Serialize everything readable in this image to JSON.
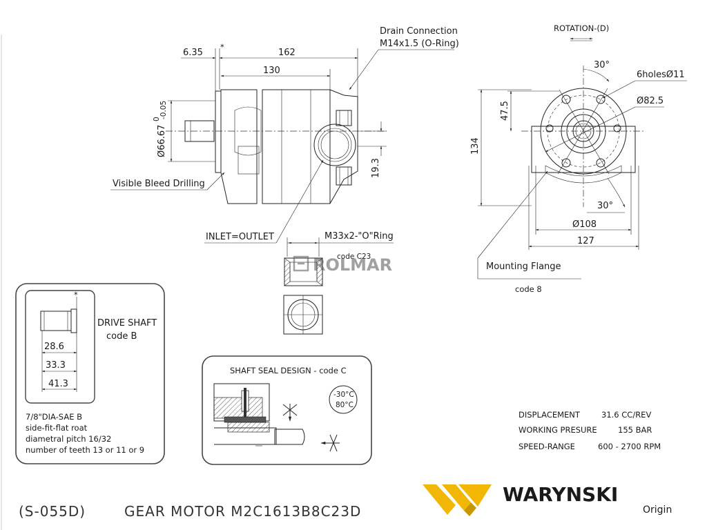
{
  "side_view": {
    "dim_6_35": "6.35",
    "dim_162": "162",
    "dim_130": "130",
    "dim_shaft_dia": "Ø66.67",
    "dim_shaft_tol": "-0.05",
    "dim_shaft_tol_top": "0",
    "dim_19_3": "19.3",
    "drain_line1": "Drain Connection",
    "drain_line2": "M14x1.5 (O-Ring)",
    "bleed_label": "Visible Bleed Drilling",
    "inlet_label": "INLET=OUTLET",
    "port_label": "M33x2-\"O\"Ring",
    "port_code": "code C23"
  },
  "watermark": "ROLMAR",
  "front_view": {
    "rotation_label": "ROTATION-(D)",
    "angle_top": "30°",
    "angle_bottom": "30°",
    "holes_label": "6holesØ11",
    "dia_82_5": "Ø82.5",
    "dim_47_5": "47.5",
    "dim_134": "134",
    "dia_108": "Ø108",
    "dim_127": "127",
    "flange_label": "Mounting Flange",
    "flange_code": "code 8"
  },
  "drive_shaft": {
    "title": "DRIVE SHAFT",
    "code": "code B",
    "dim_28_6": "28.6",
    "dim_33_3": "33.3",
    "dim_41_3": "41.3",
    "spec_1": "7/8\"DIA-SAE B",
    "spec_2": "side-fit-flat roat",
    "spec_3": "diametral pitch  16/32",
    "spec_4": "number of teeth  13  or 11  or 9"
  },
  "shaft_seal": {
    "title": "SHAFT SEAL DESIGN - code C",
    "temp_low": "-30°C",
    "temp_high": "80°C"
  },
  "specs": [
    {
      "label": "DISPLACEMENT",
      "value": "31.6  CC/REV"
    },
    {
      "label": "WORKING PRESURE",
      "value": "155 BAR"
    },
    {
      "label": "SPEED-RANGE",
      "value": "600 - 2700 RPM"
    }
  ],
  "footer": {
    "code": "(S-055D)",
    "title": "GEAR MOTOR  M2C1613B8C23D"
  },
  "brand": {
    "name": "WARYNSKI",
    "origin": "Origin",
    "accent": "#f2b705"
  }
}
